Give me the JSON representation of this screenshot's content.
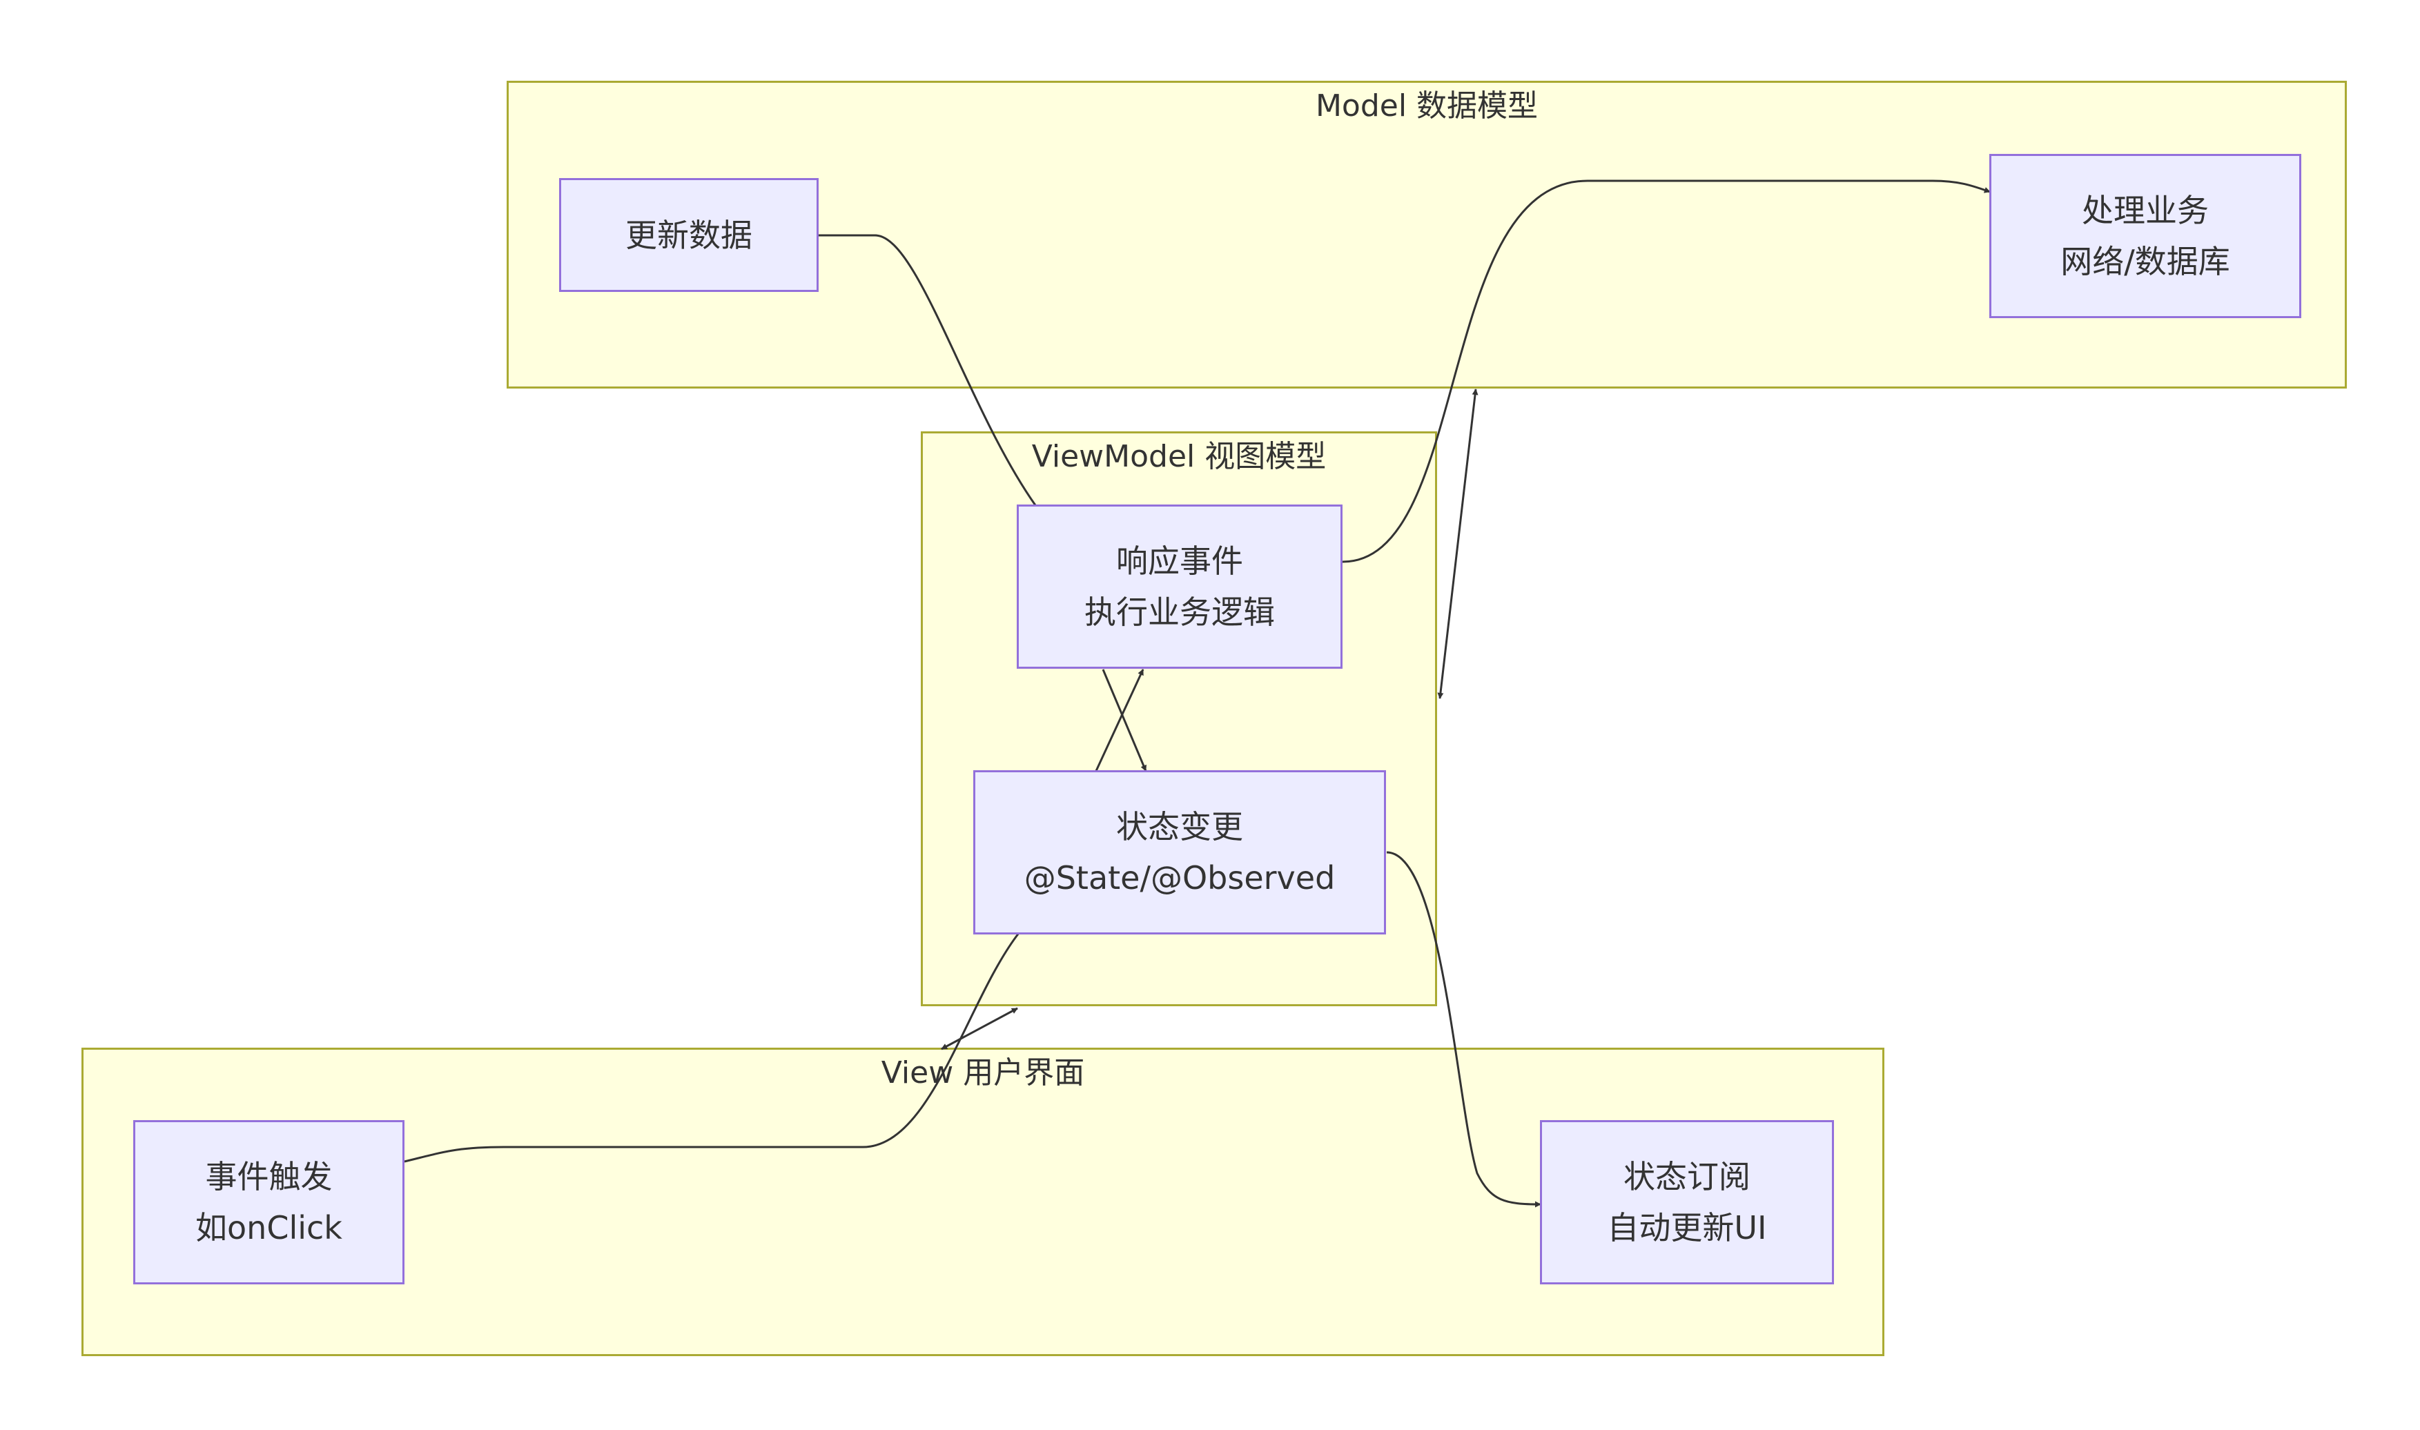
{
  "clusters": {
    "model": {
      "title": "Model 数据模型"
    },
    "viewmodel": {
      "title": "ViewModel 视图模型"
    },
    "view": {
      "title": "View 用户界面"
    }
  },
  "nodes": {
    "update_data": {
      "line1": "更新数据"
    },
    "process_business": {
      "line1": "处理业务",
      "line2": "网络/数据库"
    },
    "respond_event": {
      "line1": "响应事件",
      "line2": "执行业务逻辑"
    },
    "state_change": {
      "line1": "状态变更",
      "line2": "@State/@Observed"
    },
    "event_trigger": {
      "line1": "事件触发",
      "line2": "如onClick"
    },
    "state_subscribe": {
      "line1": "状态订阅",
      "line2": "自动更新UI"
    }
  },
  "colors": {
    "cluster_fill": "#ffffde",
    "cluster_border": "#aaaa33",
    "node_fill": "#ececff",
    "node_border": "#9370db",
    "edge": "#333333"
  }
}
